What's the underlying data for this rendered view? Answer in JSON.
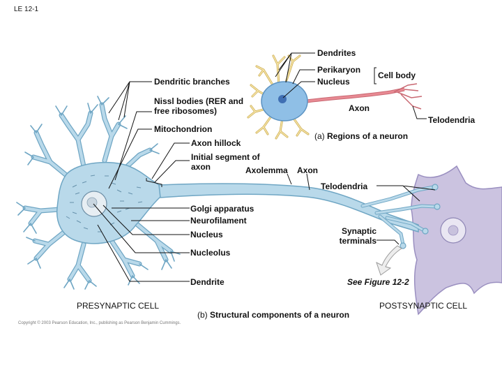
{
  "figure_id": "LE 12-1",
  "copyright": "Copyright © 2003 Pearson Education, Inc., publishing as Pearson Benjamin Cummings.",
  "panel_a": {
    "letter": "(a)",
    "caption": "Regions of a neuron",
    "labels": {
      "dendrites": "Dendrites",
      "perikaryon": "Perikaryon",
      "nucleus": "Nucleus",
      "cell_body": "Cell body",
      "axon": "Axon",
      "telodendria": "Telodendria"
    }
  },
  "panel_b": {
    "letter": "(b)",
    "caption": "Structural components of a neuron",
    "labels": {
      "dendritic_branches": "Dendritic branches",
      "nissl_bodies": "Nissl bodies (RER and free ribosomes)",
      "mitochondrion": "Mitochondrion",
      "axon_hillock": "Axon hillock",
      "initial_segment": "Initial segment of axon",
      "axolemma": "Axolemma",
      "axon": "Axon",
      "telodendria": "Telodendria",
      "golgi": "Golgi apparatus",
      "neurofilament": "Neurofilament",
      "nucleus": "Nucleus",
      "nucleolus": "Nucleolus",
      "synaptic_terminals": "Synaptic terminals",
      "dendrite": "Dendrite",
      "see_figure": "See Figure 12-2",
      "presynaptic": "PRESYNAPTIC CELL",
      "postsynaptic": "POSTSYNAPTIC CELL"
    }
  },
  "colors": {
    "neuron_fill": "#b9d9ea",
    "neuron_stroke": "#6fa6c4",
    "post_fill": "#cbc3e0",
    "post_stroke": "#9a8fc0",
    "small_soma": "#8fbfe6",
    "small_dendrite": "#f5e4a8",
    "small_axon": "#e88a93",
    "nucleus_blue": "#3f6fb3",
    "leader": "#111111"
  }
}
